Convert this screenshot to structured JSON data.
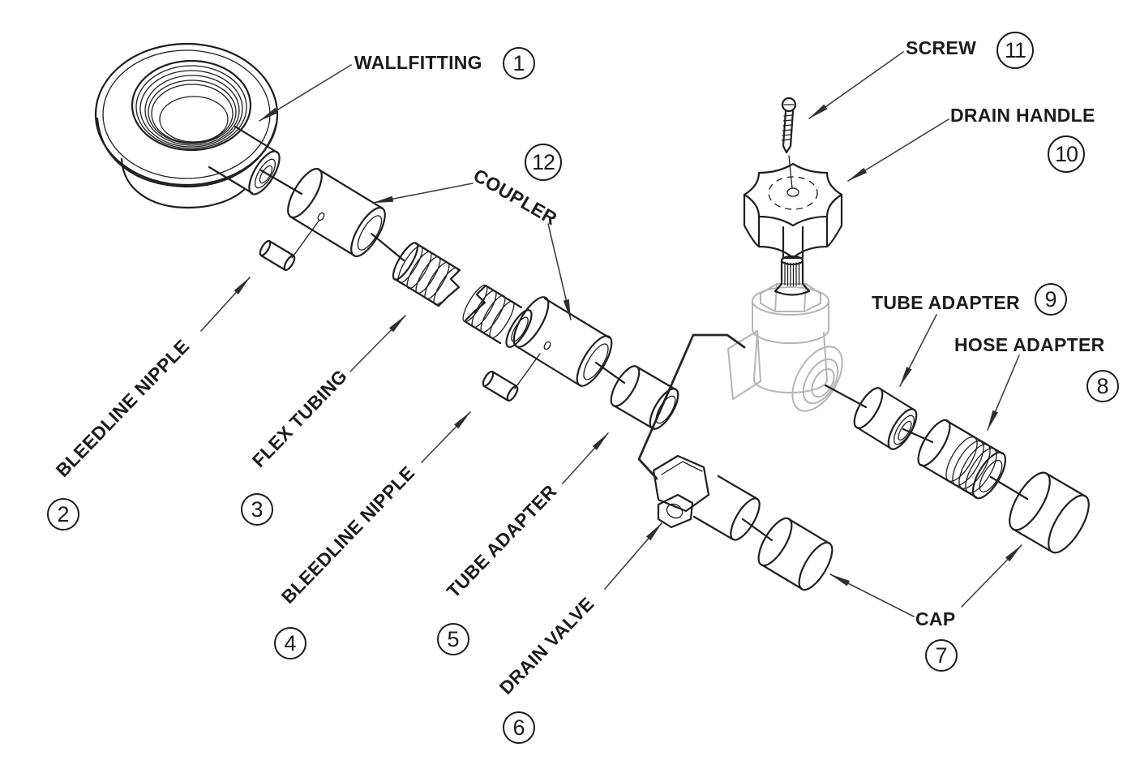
{
  "colors": {
    "ink": "#1f1f1f",
    "ghost": "#b5b5b5",
    "bg": "#ffffff"
  },
  "labels": {
    "wallfitting": {
      "text": "WALLFITTING",
      "number": "1"
    },
    "bleedline_nipple_a": {
      "text": "BLEEDLINE NIPPLE",
      "number": "2"
    },
    "flex_tubing": {
      "text": "FLEX TUBING",
      "number": "3"
    },
    "bleedline_nipple_b": {
      "text": "BLEEDLINE NIPPLE",
      "number": "4"
    },
    "tube_adapter_a": {
      "text": "TUBE ADAPTER",
      "number": "5"
    },
    "drain_valve": {
      "text": "DRAIN VALVE",
      "number": "6"
    },
    "cap": {
      "text": "CAP",
      "number": "7"
    },
    "hose_adapter": {
      "text": "HOSE ADAPTER",
      "number": "8"
    },
    "tube_adapter_b": {
      "text": "TUBE ADAPTER",
      "number": "9"
    },
    "drain_handle": {
      "text": "DRAIN HANDLE",
      "number": "10"
    },
    "screw": {
      "text": "SCREW",
      "number": "11"
    },
    "coupler": {
      "text": "COUPLER",
      "number": "12"
    }
  }
}
